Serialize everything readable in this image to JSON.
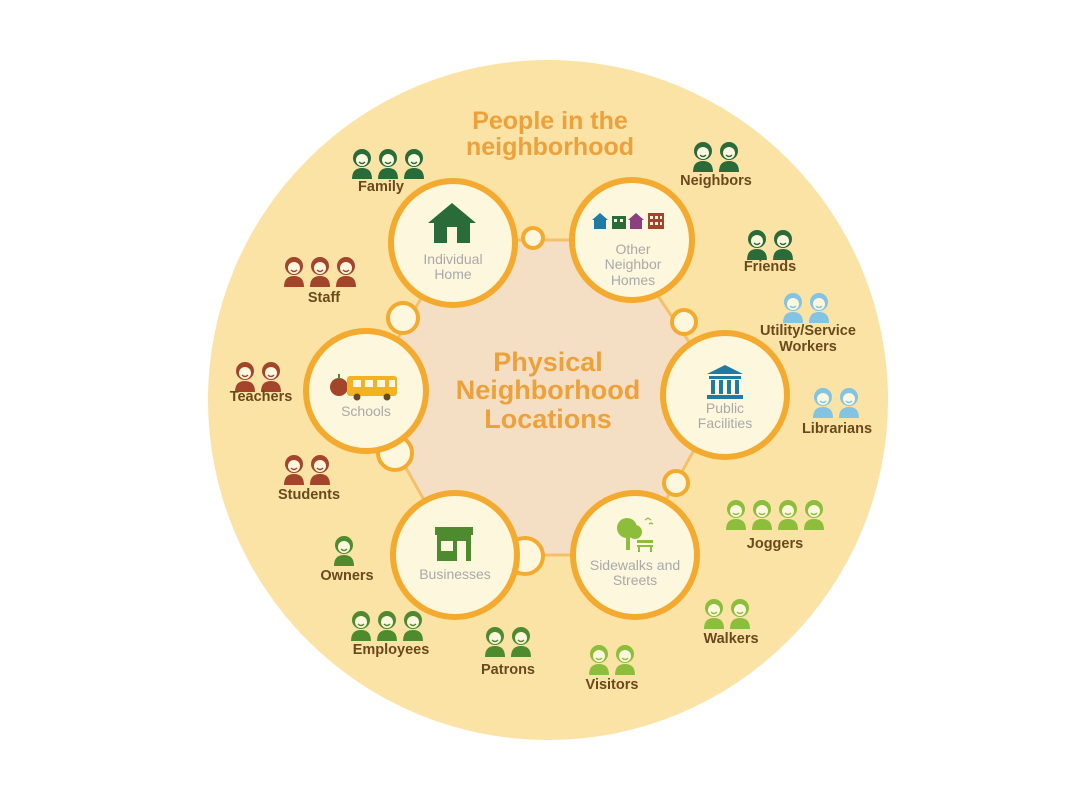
{
  "title": "People in the neighborhood",
  "center_title": "Physical Neighborhood Locations",
  "colors": {
    "outer_circle": "#fbe2a5",
    "inner_hexagon": "#f5dfc4",
    "node_fill": "#fdf7dd",
    "node_ring": "#f3aa2e",
    "title_orange": "#eda13a",
    "node_text": "#a9a9a9",
    "green_dark": "#2a6b3a",
    "green_mid": "#4e8a2e",
    "green_light": "#8cbe3c",
    "red_brown": "#a2452a",
    "light_blue": "#82c4e2",
    "label_brown": "#6a4a1c"
  },
  "locations": [
    {
      "id": "home",
      "label": "Individual Home",
      "icon": "house-icon"
    },
    {
      "id": "neighbor",
      "label": "Other Neighbor Homes",
      "icon": "homes-icon"
    },
    {
      "id": "public",
      "label": "Public Facilities",
      "icon": "building-columns-icon"
    },
    {
      "id": "streets",
      "label": "Sidewalks and Streets",
      "icon": "park-bench-tree-icon"
    },
    {
      "id": "business",
      "label": "Businesses",
      "icon": "storefront-icon"
    },
    {
      "id": "schools",
      "label": "Schools",
      "icon": "school-bus-apple-icon"
    }
  ],
  "people": [
    {
      "label": "Family",
      "count": 3,
      "color": "#2a6b3a"
    },
    {
      "label": "Neighbors",
      "count": 2,
      "color": "#2a6b3a"
    },
    {
      "label": "Friends",
      "count": 2,
      "color": "#2a6b3a"
    },
    {
      "label": "Utility/Service Workers",
      "count": 2,
      "color": "#82c4e2"
    },
    {
      "label": "Librarians",
      "count": 2,
      "color": "#82c4e2"
    },
    {
      "label": "Joggers",
      "count": 4,
      "color": "#8cbe3c"
    },
    {
      "label": "Walkers",
      "count": 2,
      "color": "#8cbe3c"
    },
    {
      "label": "Visitors",
      "count": 2,
      "color": "#8cbe3c"
    },
    {
      "label": "Patrons",
      "count": 2,
      "color": "#4e8a2e"
    },
    {
      "label": "Employees",
      "count": 3,
      "color": "#4e8a2e"
    },
    {
      "label": "Owners",
      "count": 1,
      "color": "#4e8a2e"
    },
    {
      "label": "Students",
      "count": 2,
      "color": "#a2452a"
    },
    {
      "label": "Teachers",
      "count": 2,
      "color": "#a2452a"
    },
    {
      "label": "Staff",
      "count": 3,
      "color": "#a2452a"
    }
  ]
}
